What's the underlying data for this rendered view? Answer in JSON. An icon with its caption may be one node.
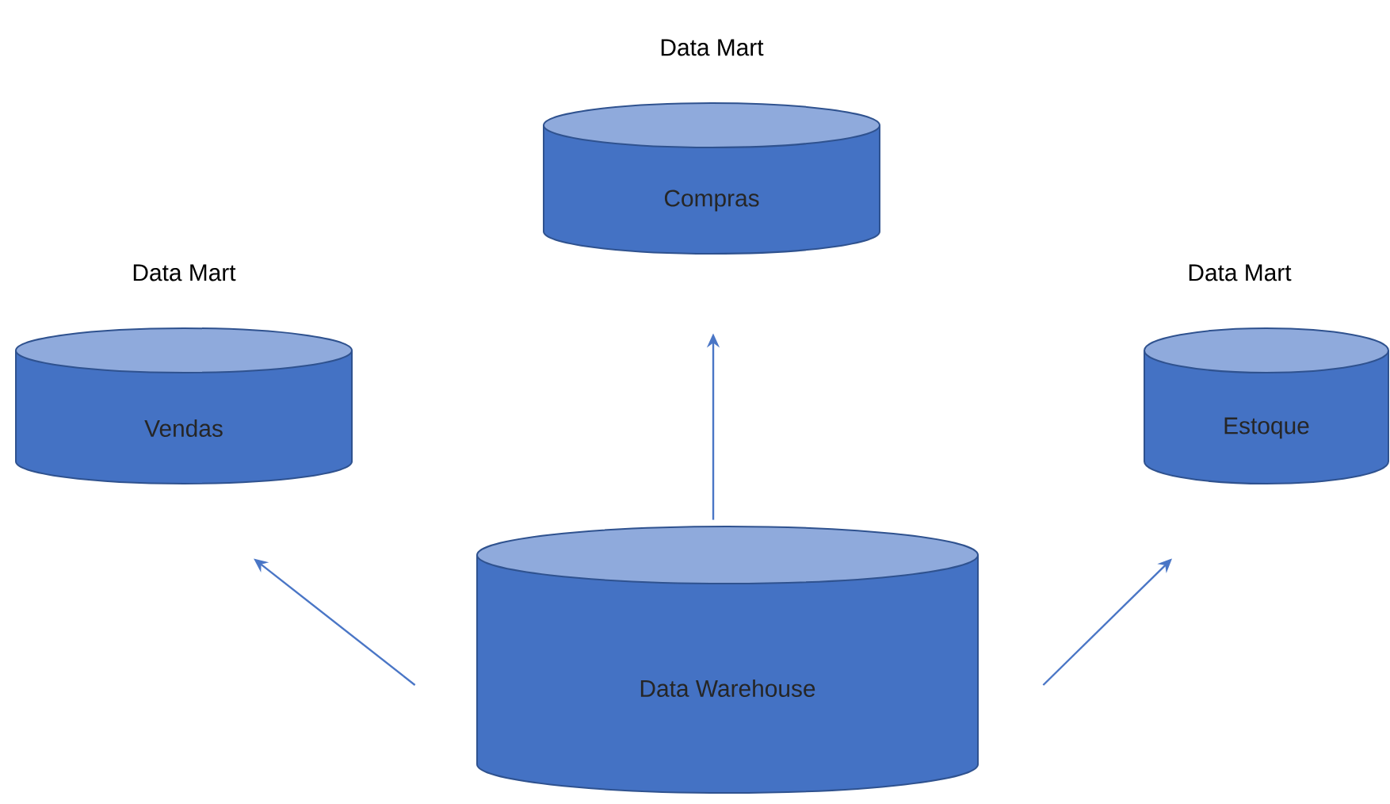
{
  "diagram": {
    "nodes": [
      {
        "text": [
          "Compras"
        ],
        "beside": [
          "Data Mart"
        ]
      },
      {
        "text": [
          "Vendas"
        ],
        "beside": [
          "Data Mart"
        ]
      },
      {
        "text": [
          "Estoque"
        ],
        "beside": [
          "Data Mart"
        ]
      },
      {
        "text": [
          "Data Warehouse"
        ]
      }
    ],
    "edges": [
      {
        "from": 3,
        "to": 0,
        "arrow": "to"
      },
      {
        "from": 3,
        "to": 1,
        "arrow": "to"
      },
      {
        "from": 3,
        "to": 2,
        "arrow": "to"
      }
    ]
  }
}
